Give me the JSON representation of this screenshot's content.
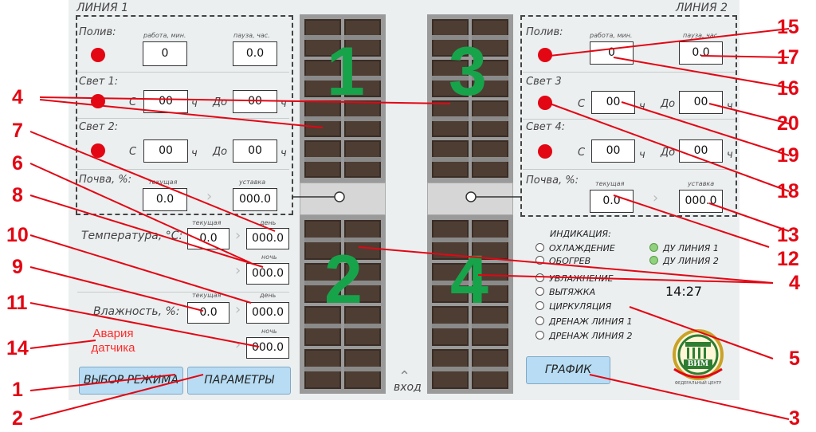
{
  "line1": {
    "title": "ЛИНИЯ 1",
    "watering": {
      "label": "Полив:",
      "work_label": "работа, мин.",
      "pause_label": "пауза, час.",
      "work_value": "0",
      "pause_value": "0.0"
    },
    "light1": {
      "label": "Свет 1:",
      "from": "С",
      "to": "До",
      "from_value": "00",
      "to_value": "00",
      "unit": "ч"
    },
    "light2": {
      "label": "Свет 2:",
      "from": "С",
      "to": "До",
      "from_value": "00",
      "to_value": "00",
      "unit": "ч"
    },
    "soil": {
      "label": "Почва, %:",
      "current_label": "текущая",
      "setpoint_label": "уставка",
      "current_value": "0.0",
      "setpoint_value": "000.0"
    }
  },
  "line2": {
    "title": "ЛИНИЯ 2",
    "watering": {
      "label": "Полив:",
      "work_label": "работа, мин.",
      "pause_label": "пауза, час.",
      "work_value": "0",
      "pause_value": "0.0"
    },
    "light3": {
      "label": "Свет 3",
      "from": "С",
      "to": "До",
      "from_value": "00",
      "to_value": "00",
      "unit": "ч"
    },
    "light4": {
      "label": "Свет 4:",
      "from": "С",
      "to": "До",
      "from_value": "00",
      "to_value": "00",
      "unit": "ч"
    },
    "soil": {
      "label": "Почва, %:",
      "current_label": "текущая",
      "setpoint_label": "уставка",
      "current_value": "0.0",
      "setpoint_value": "000.0"
    }
  },
  "climate": {
    "temperature": {
      "label": "Температура, °С:",
      "current_label": "текущая",
      "day_label": "день",
      "night_label": "ночь",
      "current_value": "0.0",
      "day_value": "000.0",
      "night_value": "000.0"
    },
    "humidity": {
      "label": "Влажность, %:",
      "current_label": "текущая",
      "day_label": "день",
      "night_label": "ночь",
      "current_value": "0.0",
      "day_value": "000.0",
      "night_value": "000.0"
    },
    "sensor_alarm": "Авария датчика"
  },
  "zones": {
    "z1": "1",
    "z2": "2",
    "z3": "3",
    "z4": "4",
    "entrance": "вход"
  },
  "indication": {
    "title": "ИНДИКАЦИЯ:",
    "items": [
      "ОХЛАЖДЕНИЕ",
      "ОБОГРЕВ",
      "УВЛАЖНЕНИЕ",
      "ВЫТЯЖКА",
      "ЦИРКУЛЯЦИЯ",
      "ДРЕНАЖ ЛИНИЯ 1",
      "ДРЕНАЖ ЛИНИЯ 2"
    ],
    "remote": [
      "ДУ ЛИНИЯ 1",
      "ДУ ЛИНИЯ 2"
    ]
  },
  "clock": "14:27",
  "buttons": {
    "mode": "ВЫБОР РЕЖИМА",
    "params": "ПАРАМЕТРЫ",
    "graph": "ГРАФИК"
  },
  "logo": {
    "text": "ВИМ",
    "caption": "ФЕДЕРАЛЬНЫЙ ЦЕНТР"
  },
  "callouts": [
    "1",
    "2",
    "3",
    "4",
    "4",
    "5",
    "6",
    "7",
    "8",
    "9",
    "10",
    "11",
    "12",
    "13",
    "14",
    "15",
    "16",
    "17",
    "18",
    "19",
    "20"
  ],
  "colors": {
    "alarm_red": "#e30613",
    "zone_green": "#17a34a",
    "button_blue": "#b7dcf3",
    "status_green": "#8fd17c"
  },
  "icons": [
    "status-dot",
    "chevron-right-icon",
    "chevron-up-icon",
    "indicator-circle",
    "logo-emblem"
  ]
}
